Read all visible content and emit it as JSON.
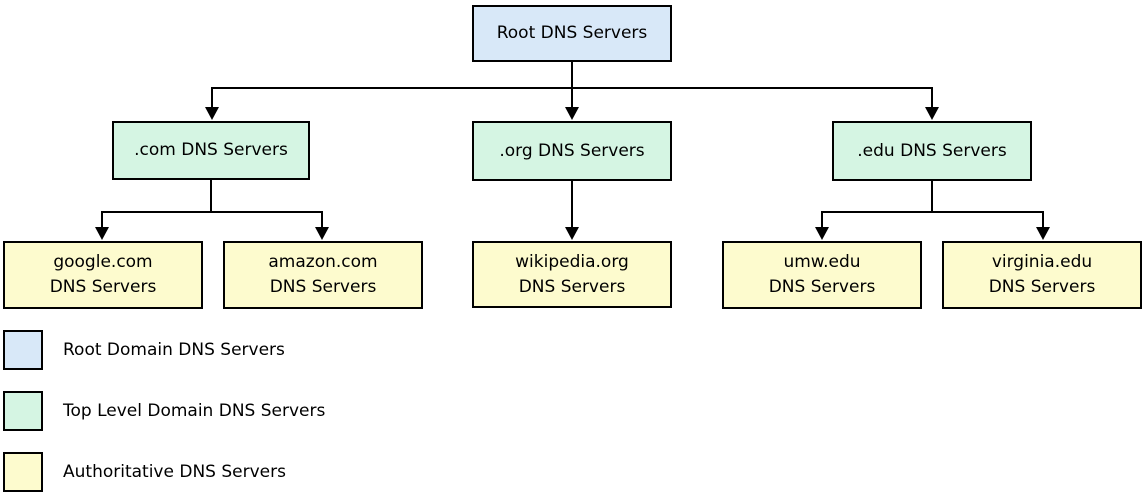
{
  "colors": {
    "root_fill": "#d8e8f8",
    "tld_fill": "#d5f5e3",
    "authoritative_fill": "#fdfbce",
    "border": "#000000",
    "background": "#ffffff"
  },
  "nodes": {
    "root": {
      "label": "Root DNS Servers",
      "level": "root"
    },
    "com": {
      "label": ".com DNS Servers",
      "level": "tld"
    },
    "org": {
      "label": ".org DNS Servers",
      "level": "tld"
    },
    "edu": {
      "label": ".edu DNS Servers",
      "level": "tld"
    },
    "google": {
      "label": "google.com\nDNS Servers",
      "level": "authoritative"
    },
    "amazon": {
      "label": "amazon.com\nDNS Servers",
      "level": "authoritative"
    },
    "wikipedia": {
      "label": "wikipedia.org\nDNS Servers",
      "level": "authoritative"
    },
    "umw": {
      "label": "umw.edu\nDNS Servers",
      "level": "authoritative"
    },
    "virginia": {
      "label": "virginia.edu\nDNS Servers",
      "level": "authoritative"
    }
  },
  "edges": [
    {
      "from": "root",
      "to": "com"
    },
    {
      "from": "root",
      "to": "org"
    },
    {
      "from": "root",
      "to": "edu"
    },
    {
      "from": "com",
      "to": "google"
    },
    {
      "from": "com",
      "to": "amazon"
    },
    {
      "from": "org",
      "to": "wikipedia"
    },
    {
      "from": "edu",
      "to": "umw"
    },
    {
      "from": "edu",
      "to": "virginia"
    }
  ],
  "legend": [
    {
      "label": "Root Domain DNS Servers",
      "color": "#d8e8f8"
    },
    {
      "label": "Top Level Domain DNS Servers",
      "color": "#d5f5e3"
    },
    {
      "label": "Authoritative DNS Servers",
      "color": "#fdfbce"
    }
  ]
}
